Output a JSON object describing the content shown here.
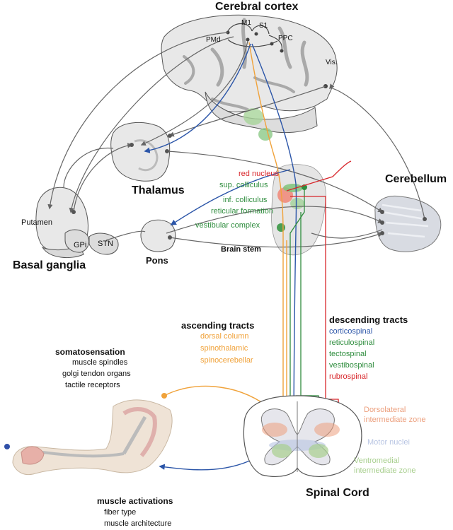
{
  "regions": {
    "cerebral_cortex": "Cerebral cortex",
    "thalamus": "Thalamus",
    "cerebellum": "Cerebellum",
    "basal_ganglia": "Basal ganglia",
    "pons": "Pons",
    "brain_stem": "Brain stem",
    "spinal_cord": "Spinal Cord"
  },
  "cortex_areas": {
    "pmd": "PMd",
    "m1": "M1",
    "s1": "S1",
    "ppc": "PPC",
    "vis": "Vis."
  },
  "basal_ganglia_parts": {
    "putamen": "Putamen",
    "gpi": "GPi",
    "stn": "STN"
  },
  "brainstem_nuclei": [
    {
      "label": "red nucleus",
      "color": "#d8262b"
    },
    {
      "label": "sup. colliculus",
      "color": "#2f8d3e"
    },
    {
      "label": "inf. colliculus",
      "color": "#2f8d3e"
    },
    {
      "label": "reticular formation",
      "color": "#2f8d3e"
    },
    {
      "label": "vestibular complex",
      "color": "#2f8d3e"
    }
  ],
  "ascending": {
    "heading": "ascending tracts",
    "items": [
      {
        "label": "dorsal column",
        "color": "#f0a23a"
      },
      {
        "label": "spinothalamic",
        "color": "#f0a23a"
      },
      {
        "label": "spinocerebellar",
        "color": "#f0a23a"
      }
    ]
  },
  "descending": {
    "heading": "descending tracts",
    "items": [
      {
        "label": "corticospinal",
        "color": "#2b55a8"
      },
      {
        "label": "reticulospinal",
        "color": "#2f8d3e"
      },
      {
        "label": "tectospinal",
        "color": "#2f8d3e"
      },
      {
        "label": "vestibospinal",
        "color": "#2f8d3e"
      },
      {
        "label": "rubrospinal",
        "color": "#d8262b"
      }
    ]
  },
  "somatosensation": {
    "heading": "somatosensation",
    "items": [
      "muscle spindles",
      "golgi tendon organs",
      "tactile receptors"
    ]
  },
  "muscle_activations": {
    "heading": "muscle activations",
    "items": [
      "fiber type",
      "muscle architecture"
    ]
  },
  "spinal_zones": [
    {
      "label": "Dorsolateral\nintermediate zone",
      "color": "#ec9f7d"
    },
    {
      "label": "Motor nuclei",
      "color": "#b7c4e2"
    },
    {
      "label": "Ventromedial\nintermediate zone",
      "color": "#a8cf8e"
    }
  ],
  "colors": {
    "outline": "#555555",
    "tissue": "#e8e8e8",
    "ascending": "#f0a23a",
    "corticospinal": "#2b55a8",
    "green_tracts": "#2f8d3e",
    "rubrospinal": "#d8262b"
  }
}
